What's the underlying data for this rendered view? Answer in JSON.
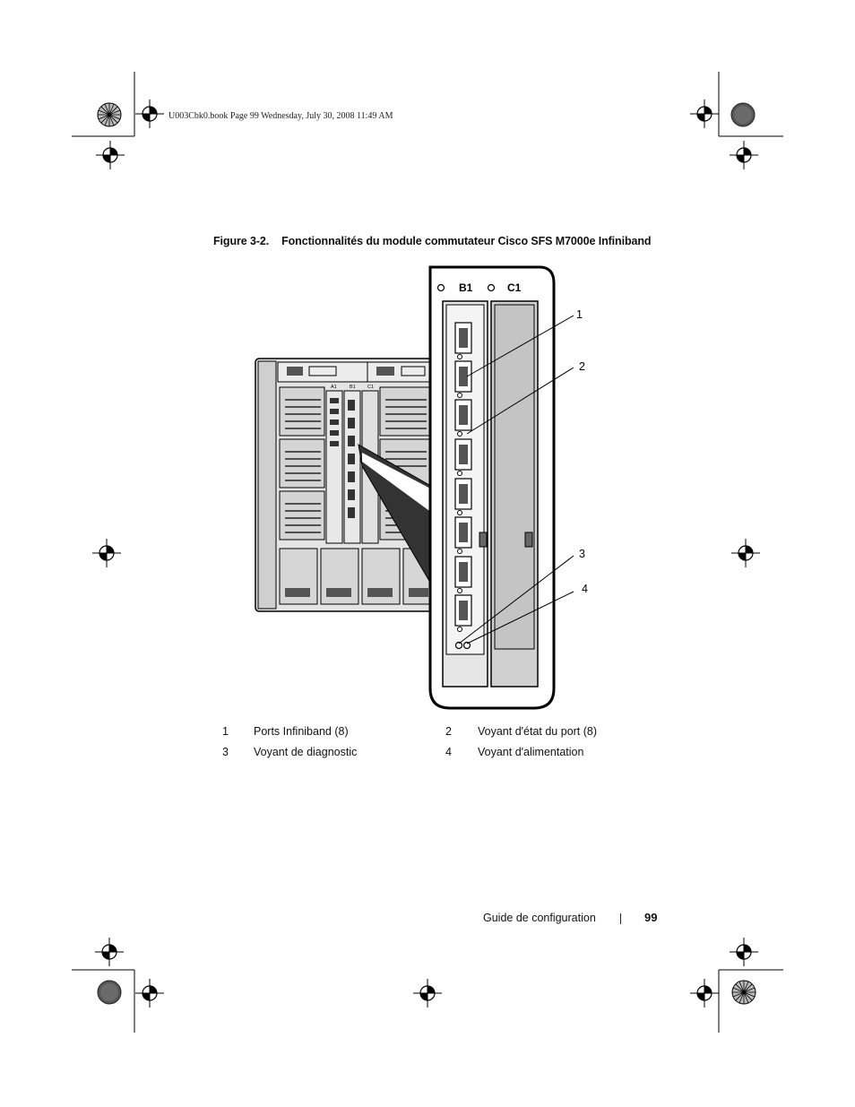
{
  "print_header": "U003Cbk0.book  Page 99  Wednesday, July 30, 2008  11:49 AM",
  "figure": {
    "number": "Figure 3-2.",
    "title": "Fonctionnalités du module commutateur Cisco SFS M7000e Infiniband",
    "chassis_slot_labels": [
      "A1",
      "B1",
      "C1"
    ],
    "zoom_slot_labels": [
      "B1",
      "C1"
    ],
    "callouts": [
      "1",
      "2",
      "3",
      "4"
    ]
  },
  "legend": [
    {
      "num": "1",
      "text": "Ports Infiniband (8)"
    },
    {
      "num": "2",
      "text": "Voyant d'état du port (8)"
    },
    {
      "num": "3",
      "text": "Voyant de diagnostic"
    },
    {
      "num": "4",
      "text": "Voyant d'alimentation"
    }
  ],
  "footer": {
    "title": "Guide de configuration",
    "page_number": "99"
  },
  "colors": {
    "ink": "#111111",
    "chassis_gray": "#d9d9d9",
    "module_gray": "#c8c8c8",
    "dark_gray": "#555555"
  },
  "icons": [
    "registration-mark-icon",
    "color-target-icon"
  ]
}
